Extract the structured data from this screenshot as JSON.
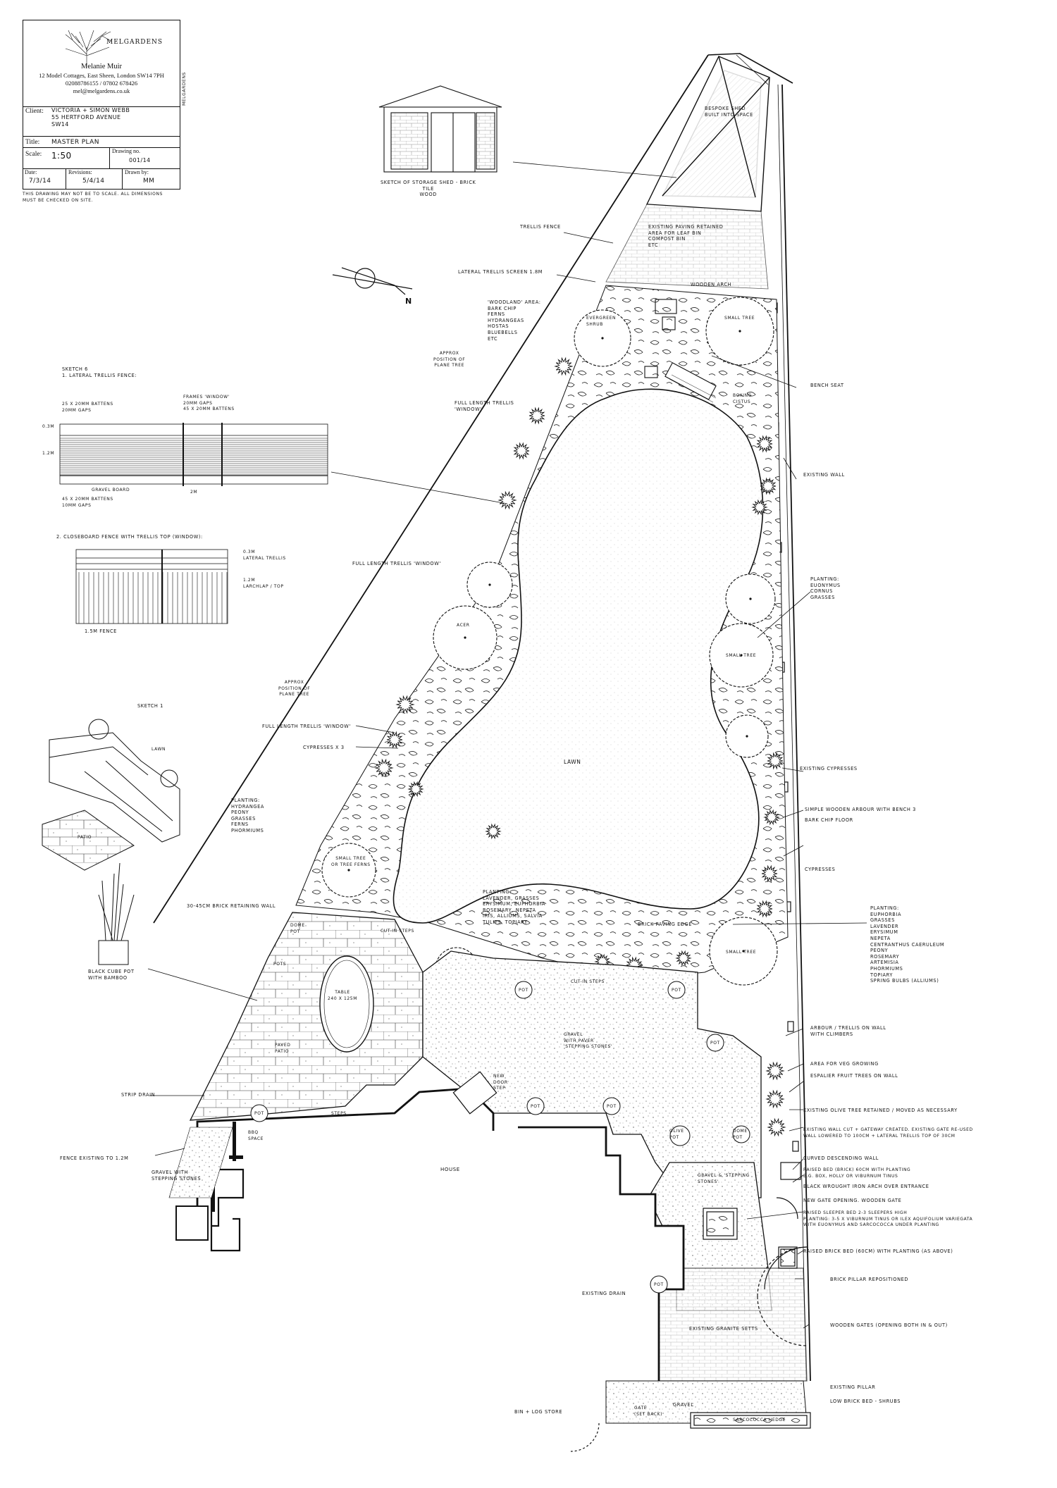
{
  "title_block": {
    "brand": "MELGARDENS",
    "designer": "Melanie Muir",
    "address": "12 Model Cottages, East Sheen, London SW14 7PH",
    "phone": "02088786155 / 07802 678426",
    "website": "mel@melgardens.co.uk",
    "client_label": "Client:",
    "client_value": "VICTORIA + SIMON WEBB\n55 HERTFORD AVENUE\nSW14",
    "title_label": "Title:",
    "title_value": "MASTER PLAN",
    "scale_label": "Scale:",
    "scale_value": "1:50",
    "drawing_no_label": "Drawing no.",
    "drawing_no_value": "001/14",
    "date_label": "Date:",
    "date_value": "7/3/14",
    "revisions_label": "Revisions:",
    "revisions_value": "5/4/14",
    "drawn_by_label": "Drawn by:",
    "drawn_by_value": "MM",
    "side_tag": "MELGARDENS",
    "note": "THIS DRAWING MAY NOT BE TO SCALE. ALL DIMENSIONS\nMUST BE CHECKED ON SITE."
  },
  "compass": {
    "label": "N"
  },
  "sketches": {
    "shed_caption": "SKETCH OF STORAGE SHED - BRICK\nTILE\nWOOD",
    "fence1_title": "SKETCH 6\n1. LATERAL TRELLIS FENCE:",
    "fence1_a": "25 x 20mm BATTENS\n20mm GAPS",
    "fence1_b": "FRAMES 'WINDOW'\n20mm GAPS\n45 x 20mm BATTENS",
    "fence1_h1": "0.3m",
    "fence1_h2": "1.2m",
    "fence1_gravel": "GRAVEL BOARD",
    "fence1_bottom": "45 x 20mm BATTENS\n10mm GAPS",
    "fence1_width": "2m",
    "fence2_title": "2. CLOSEBOARD FENCE WITH TRELLIS TOP (WINDOW):",
    "fence2_a": "0.3m\nLATERAL TRELLIS",
    "fence2_b": "1.2m\nLARCHLAP / TOP",
    "fence2_caption": "1.5M FENCE",
    "steps_title": "SKETCH 1",
    "steps_lawn": "LAWN",
    "steps_patio": "PATIO",
    "pot_caption": "BLACK CUBE POT\nWITH BAMBOO"
  },
  "labels": {
    "bespoke_shed": "BESPOKE SHED\nBUILT INTO SPACE",
    "trellis_fence": "TRELLIS FENCE",
    "paving_retained": "EXISTING PAVING RETAINED\nAREA FOR LEAF BIN\nCOMPOST BIN\nETC",
    "lateral_screen": "LATERAL TRELLIS SCREEN 1.8M",
    "wooden_arch": "WOODEN ARCH",
    "woodland_area": "'WOODLAND' AREA:\nBARK CHIP\nFERNS\nHYDRANGEAS\nHOSTAS\nBLUEBELLS\nETC",
    "evergreen_shrub": "EVERGREEN\nSHRUB",
    "small_tree_1": "SMALL TREE",
    "bench_seat": "BENCH SEAT",
    "boxing_cistus": "BOXING\nCISTUS",
    "approx_shed": "APPROX\nPOSITION OF\nPLANE TREE",
    "full_trellis_1": "FULL LENGTH TRELLIS\n'WINDOW'",
    "existing_wall": "EXISTING WALL",
    "full_trellis_2": "FULL LENGTH TRELLIS 'WINDOW'",
    "acer": "ACER",
    "planting_1": "PLANTING:\nEUONYMUS\nCORNUS\nGRASSES",
    "small_tree_2": "SMALL TREE",
    "approx_2": "APPROX\nPOSITION OF\nPLANE TREE",
    "full_trellis_3": "FULL LENGTH TRELLIS 'WINDOW'",
    "cypresses_x3": "CYPRESSES X 3",
    "lawn": "LAWN",
    "existing_cypresses": "EXISTING CYPRESSES",
    "planting_2": "PLANTING:\nHYDRANGEA\nPEONY\nGRASSES\nFERNS\nPHORMIUMS",
    "small_tree_3": "SMALL TREE\nOR TREE FERNS",
    "wooden_arbour": "SIMPLE WOODEN ARBOUR WITH BENCH 3",
    "bark_chip_floor": "BARK CHIP FLOOR",
    "cypresses": "CYPRESSES",
    "retaining_wall": "30-45cm BRICK RETAINING WALL",
    "planting_3": "PLANTING:\nLAVENDER, GRASSES\nERYSIMUM, EUPHORBIA\nROSEMARY, NEPETA\nIRIS, ALLIUMS, SALVIA\nTULIPS, TOPIARY",
    "brick_edge": "BRICK PAVING EDGE",
    "planting_4": "PLANTING:\nEUPHORBIA\nGRASSES\nLAVENDER\nERYSIMUM\nNEPETA\nCENTRANTHUS CAERULEUM\nPEONY\nROSEMARY\nARTEMISIA\nPHORMIUMS\nTOPIARY\nSPRING BULBS (ALLIUMS)",
    "small_tree_4": "SMALL TREE",
    "cut_in_steps_1": "CUT-IN STEPS",
    "cut_in_steps_2": "CUT-IN STEPS",
    "table": "TABLE\n240 x 125M",
    "patio": "PAVED\nPATIO",
    "gravel_paving": "GRAVEL\nWITH PAVER\n'STEPPING STONES'",
    "arbour_trellis": "ARBOUR / TRELLIS ON WALL\nWITH CLIMBERS",
    "area_veg": "AREA FOR VEG GROWING",
    "espalier": "ESPALIER FRUIT TREES ON WALL",
    "olive_tree": "EXISTING OLIVE TREE RETAINED / MOVED AS NECESSARY",
    "existing_wall_gateway": "EXISTING WALL CUT + GATEWAY CREATED. EXISTING GATE RE-USED\nWALL LOWERED TO 100CM + LATERAL TRELLIS TOP OF 30CM",
    "curved_wall": "CURVED DESCENDING WALL",
    "raised_bed": "RAISED BED (BRICK) 60cm WITH PLANTING\nE.G. BOX, HOLLY OR VIBURNUM TINUS",
    "iron_arch": "BLACK WROUGHT IRON ARCH OVER ENTRANCE",
    "new_gate": "NEW GATE OPENING. WOODEN GATE",
    "sleeper_bed": "RAISED SLEEPER BED 2-3 SLEEPERS HIGH\nPLANTING: 3-5 X VIBURNUM TINUS OR ILEX AQUIFOLIUM VARIEGATA\nWITH EUONYMUS AND SARCOCOCCA UNDER PLANTING",
    "raised_brick_bed": "RAISED BRICK BED (60cm) WITH PLANTING (AS ABOVE)",
    "brick_pillar": "BRICK PILLAR REPOSITIONED",
    "wooden_gates": "WOODEN GATES (OPENING BOTH IN & OUT)",
    "existing_pillar": "EXISTING PILLAR",
    "low_brick_bed": "LOW BRICK BED - SHRUBS",
    "strip_drain": "STRIP DRAIN",
    "fence": "FENCE EXISTING TO 1.2M",
    "gravel_stones": "GRAVEL WITH\nSTEPPING STONES",
    "house": "HOUSE",
    "existing_drain": "EXISTING DRAIN",
    "granite_setts": "EXISTING GRANITE SETTS",
    "gravel_stepping": "GRAVEL & 'STEPPING\nSTONES'",
    "new_door_step": "NEW\nDOOR\nSTEP",
    "bin_store": "BIN + LOG STORE",
    "gate_front": "GATE\n(SET BACK)",
    "gravel_front": "GRAVEL",
    "sarcococca_hedge": "SARCOCOCCA HEDGE",
    "steps": "STEPS",
    "bbq": "BBQ\nSPACE",
    "olive_pot": "OLIVE\nPOT",
    "dome_pot": "DOME\nPOT",
    "pot": "POT",
    "pots": "POTS",
    "dome_pot_small": "DOME\nPOT"
  }
}
